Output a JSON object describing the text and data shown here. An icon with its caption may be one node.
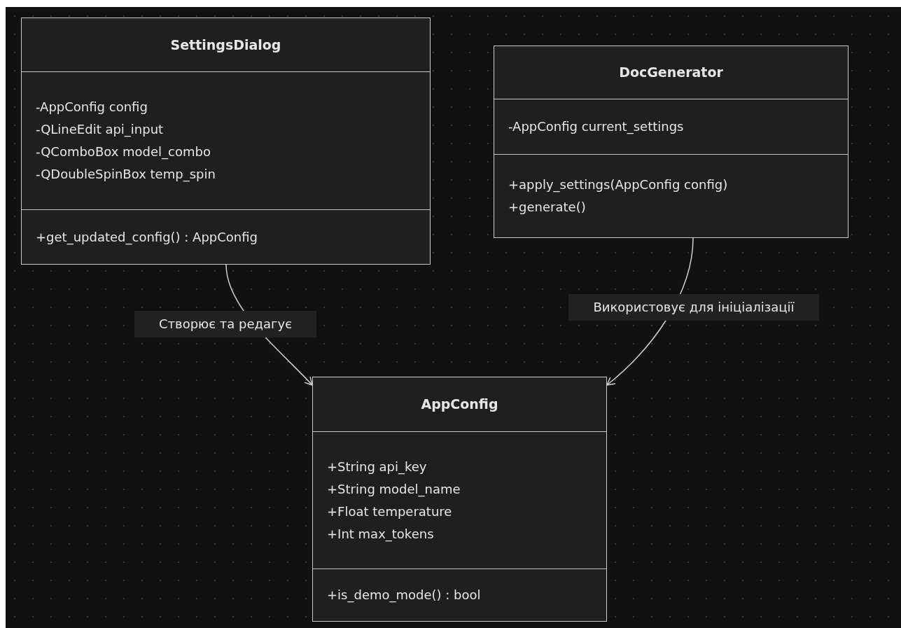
{
  "diagram": {
    "nodes": [
      {
        "text": [
          "SettingsDialog"
        ]
      },
      {
        "text": [
          "-AppConfig config",
          "-QLineEdit api_input",
          "-QComboBox model_combo",
          "-QDoubleSpinBox temp_spin"
        ],
        "in": 0
      },
      {
        "text": [
          "+get_updated_config() : AppConfig"
        ],
        "in": 0
      },
      {
        "text": [
          "DocGenerator"
        ]
      },
      {
        "text": [
          "-AppConfig current_settings"
        ],
        "in": 3
      },
      {
        "text": [
          "+apply_settings(AppConfig config)",
          "+generate()"
        ],
        "in": 3
      },
      {
        "text": [
          "AppConfig"
        ]
      },
      {
        "text": [
          "+String api_key",
          "+String model_name",
          "+Float temperature",
          "+Int max_tokens"
        ],
        "in": 6
      },
      {
        "text": [
          "+is_demo_mode() : bool"
        ],
        "in": 6
      }
    ],
    "edges": [
      {
        "from": 0,
        "to": 6,
        "arrow": "to",
        "label": "Створює та редагує"
      },
      {
        "from": 3,
        "to": 6,
        "arrow": "to",
        "label": "Використовує для ініціалізації"
      }
    ]
  }
}
